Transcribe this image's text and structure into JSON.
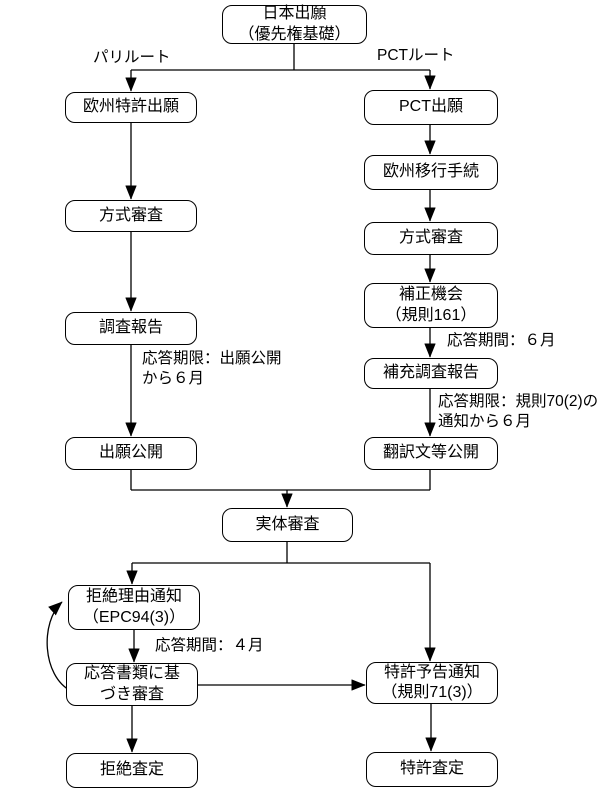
{
  "diagram": {
    "route_labels": {
      "paris": "パリルート",
      "pct": "PCTルート"
    },
    "nodes": {
      "jp_application": {
        "line1": "日本出願",
        "line2": "（優先権基礎）"
      },
      "ep_application": {
        "label": "欧州特許出願"
      },
      "formal_exam_left": {
        "label": "方式審査"
      },
      "search_report": {
        "label": "調査報告"
      },
      "publication": {
        "label": "出願公開"
      },
      "pct_application": {
        "label": "PCT出願"
      },
      "ep_entry": {
        "label": "欧州移行手続"
      },
      "formal_exam_right": {
        "label": "方式審査"
      },
      "amendment_opportunity": {
        "line1": "補正機会",
        "line2": "（規則161）"
      },
      "supplementary_search_report": {
        "label": "補充調査報告"
      },
      "translation_publication": {
        "label": "翻訳文等公開"
      },
      "substantive_exam": {
        "label": "実体審査"
      },
      "rejection_reason_notice": {
        "line1": "拒絶理由通知",
        "line2": "（EPC94(3)）"
      },
      "response_based_exam": {
        "line1": "応答書類に基",
        "line2": "づき審査"
      },
      "rejection_decision": {
        "label": "拒絶査定"
      },
      "grant_intent_notice": {
        "line1": "特許予告通知",
        "line2": "（規則71(3)）"
      },
      "grant_decision": {
        "label": "特許査定"
      }
    },
    "annotations": {
      "publication_deadline": {
        "line1": "応答期限：出願公開",
        "line2": "から６月"
      },
      "rule161_period": {
        "label": "応答期間：６月"
      },
      "rule70_deadline": {
        "line1": "応答期限：規則70(2)の",
        "line2": "通知から６月"
      },
      "rejection_response_period": {
        "label": "応答期間：４月"
      }
    },
    "colors": {
      "line": "#000000",
      "box_border": "#000000",
      "box_fill": "#ffffff",
      "text": "#000000",
      "background": "#ffffff"
    }
  }
}
